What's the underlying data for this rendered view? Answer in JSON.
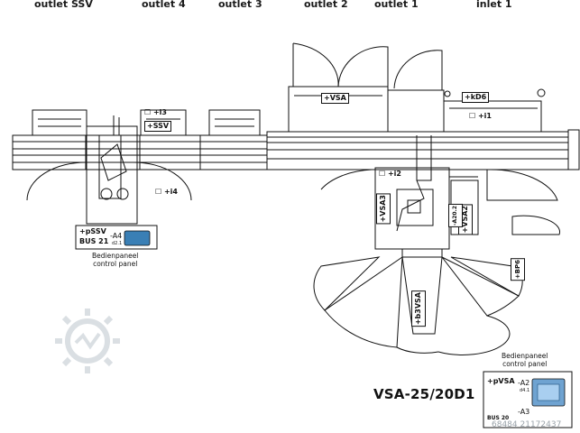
{
  "header": {
    "outlets": [
      {
        "id": "outlet-ssv",
        "label": "outlet SSV"
      },
      {
        "id": "outlet-4",
        "label": "outlet 4"
      },
      {
        "id": "outlet-3",
        "label": "outlet 3"
      },
      {
        "id": "outlet-2",
        "label": "outlet 2"
      },
      {
        "id": "outlet-1",
        "label": "outlet 1"
      },
      {
        "id": "inlet-1",
        "label": "inlet 1"
      }
    ]
  },
  "tags": {
    "vsa": "+VSA",
    "ssv": "+SSV",
    "kd6": "+kD6",
    "i1": "+i1",
    "i2": "+i2",
    "i3": "+i3",
    "i4": "+i4",
    "vsa3": "+VSA3",
    "vsa2": "+VSA2",
    "vsa2_small": "-A20.2",
    "b3vsa": "+b3VSA",
    "bp6": "+BP6"
  },
  "panel_left": {
    "title": "+pSSV",
    "bus": "BUS 21",
    "device": "-A4",
    "device_sub": "d2.1",
    "caption_de": "Bedienpaneel",
    "caption_en": "control panel"
  },
  "panel_right": {
    "title": "+pVSA",
    "device_top": "-A2",
    "device_top_sub": "d4.1",
    "device_bottom": "-A3",
    "bus": "BUS 20",
    "caption_de": "Bedienpaneel",
    "caption_en": "control panel"
  },
  "model": "VSA-25/20D1",
  "watermark_id": "68484 21172437",
  "colors": {
    "line": "#111111",
    "screen": "#3a7fb5",
    "watermark": "#c9cfd4"
  }
}
